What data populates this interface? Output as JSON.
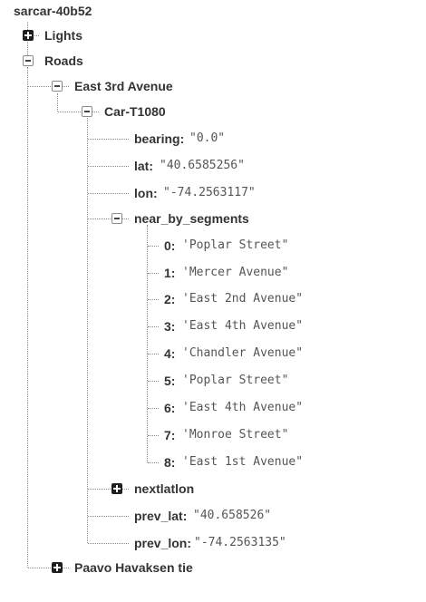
{
  "root": {
    "label": "sarcar-40b52"
  },
  "nodes": {
    "lights": "Lights",
    "roads": "Roads",
    "east_3rd": "East 3rd Avenue",
    "car": "Car-T1080",
    "near_by_segments": "near_by_segments",
    "nextlatlon": "nextlatlon",
    "paavo": "Paavo Havaksen tie"
  },
  "fields": {
    "bearing": {
      "key": "bearing:",
      "value": "\"0.0\""
    },
    "lat": {
      "key": "lat:",
      "value": "\"40.6585256\""
    },
    "lon": {
      "key": "lon:",
      "value": "\"-74.2563117\""
    },
    "near_by_segments_key": "near_by_segments",
    "prev_lat": {
      "key": "prev_lat:",
      "value": "\"40.658526\""
    },
    "prev_lon": {
      "key": "prev_lon:",
      "value": "\"-74.2563135\""
    }
  },
  "segments": [
    {
      "key": "0:",
      "value": "'Poplar Street\""
    },
    {
      "key": "1:",
      "value": "'Mercer Avenue\""
    },
    {
      "key": "2:",
      "value": "'East 2nd Avenue\""
    },
    {
      "key": "3:",
      "value": "'East 4th Avenue\""
    },
    {
      "key": "4:",
      "value": "'Chandler Avenue\""
    },
    {
      "key": "5:",
      "value": "'Poplar Street\""
    },
    {
      "key": "6:",
      "value": "'East 4th Avenue\""
    },
    {
      "key": "7:",
      "value": "'Monroe Street\""
    },
    {
      "key": "8:",
      "value": "'East 1st Avenue\""
    }
  ]
}
